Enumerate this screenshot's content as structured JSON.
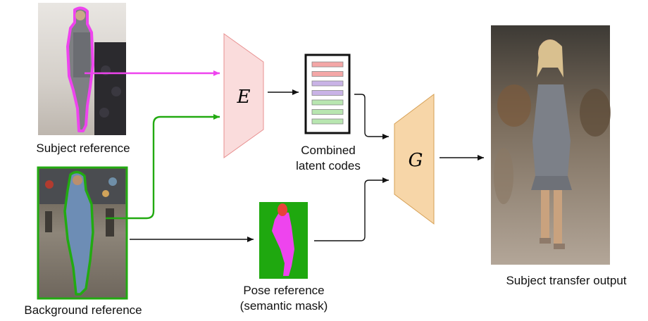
{
  "labels": {
    "subject_reference": "Subject reference",
    "background_reference": "Background reference",
    "combined_latent_codes_line1": "Combined",
    "combined_latent_codes_line2": "latent codes",
    "pose_reference_line1": "Pose reference",
    "pose_reference_line2": "(semantic mask)",
    "subject_transfer_output": "Subject transfer output"
  },
  "blocks": {
    "encoder_symbol": "E",
    "generator_symbol": "G"
  },
  "colors": {
    "subject_path": "#ee44ee",
    "background_path": "#22aa11",
    "encoder_fill": "#fadcdc",
    "generator_fill": "#f7d6a8",
    "mask_background": "#1fa80f",
    "mask_body": "#ee44ee",
    "mask_head": "#e8423a",
    "latent_colors": [
      "#f4a7a7",
      "#f4a7a7",
      "#c9b3e6",
      "#c9b3e6",
      "#b8e6b0",
      "#b8e6b0",
      "#b8e6b0"
    ]
  }
}
